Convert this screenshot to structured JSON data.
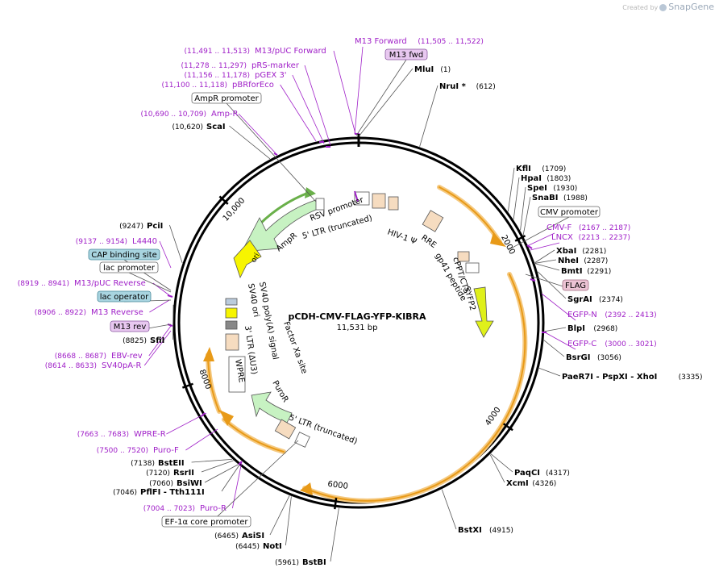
{
  "credit": {
    "text": "Created by",
    "brand": "SnapGene"
  },
  "plasmid": {
    "name": "pCDH-CMV-FLAG-YFP-KIBRA",
    "length": "11,531 bp",
    "total_bp": 11531
  },
  "scale_ticks": [
    {
      "bp": 2000,
      "label": "2000"
    },
    {
      "bp": 4000,
      "label": "4000"
    },
    {
      "bp": 6000,
      "label": "6000"
    },
    {
      "bp": 8000,
      "label": "8000"
    },
    {
      "bp": 10000,
      "label": "10,000"
    }
  ],
  "sites": [
    {
      "name": "MluI",
      "pos": "(1)",
      "bp": 1,
      "side": "R"
    },
    {
      "name": "NruI *",
      "pos": "(612)",
      "bp": 612,
      "side": "R"
    },
    {
      "name": "KflI",
      "pos": "(1709)",
      "bp": 1709,
      "side": "R"
    },
    {
      "name": "HpaI",
      "pos": "(1803)",
      "bp": 1803,
      "side": "R"
    },
    {
      "name": "SpeI",
      "pos": "(1930)",
      "bp": 1930,
      "side": "R"
    },
    {
      "name": "SnaBI",
      "pos": "(1988)",
      "bp": 1988,
      "side": "R"
    },
    {
      "name": "XbaI",
      "pos": "(2281)",
      "bp": 2281,
      "side": "R"
    },
    {
      "name": "NheI",
      "pos": "(2287)",
      "bp": 2287,
      "side": "R"
    },
    {
      "name": "BmtI",
      "pos": "(2291)",
      "bp": 2291,
      "side": "R"
    },
    {
      "name": "SgrAI",
      "pos": "(2374)",
      "bp": 2374,
      "side": "R"
    },
    {
      "name": "BlpI",
      "pos": "(2968)",
      "bp": 2968,
      "side": "R"
    },
    {
      "name": "BsrGI",
      "pos": "(3056)",
      "bp": 3056,
      "side": "R"
    },
    {
      "name": "PaeR7I - PspXI - XhoI",
      "pos": "(3335)",
      "bp": 3335,
      "side": "R"
    },
    {
      "name": "PaqCI",
      "pos": "(4317)",
      "bp": 4317,
      "side": "R"
    },
    {
      "name": "XcmI",
      "pos": "(4326)",
      "bp": 4326,
      "side": "R"
    },
    {
      "name": "BstXI",
      "pos": "(4915)",
      "bp": 4915,
      "side": "R"
    },
    {
      "name": "BstBI",
      "pos": "(5961)",
      "bp": 5961,
      "side": "L"
    },
    {
      "name": "NotI",
      "pos": "(6445)",
      "bp": 6445,
      "side": "L"
    },
    {
      "name": "AsiSI",
      "pos": "(6465)",
      "bp": 6465,
      "side": "L"
    },
    {
      "name": "PflFI - Tth111I",
      "pos": "(7046)",
      "bp": 7046,
      "side": "L"
    },
    {
      "name": "BsiWI",
      "pos": "(7060)",
      "bp": 7060,
      "side": "L"
    },
    {
      "name": "RsrII",
      "pos": "(7120)",
      "bp": 7120,
      "side": "L"
    },
    {
      "name": "BstEII",
      "pos": "(7138)",
      "bp": 7138,
      "side": "L"
    },
    {
      "name": "SfiI",
      "pos": "(8825)",
      "bp": 8825,
      "side": "L"
    },
    {
      "name": "PciI",
      "pos": "(9247)",
      "bp": 9247,
      "side": "L"
    },
    {
      "name": "ScaI",
      "pos": "(10,620)",
      "bp": 10620,
      "side": "L"
    }
  ],
  "primers": [
    {
      "name": "M13 Forward",
      "range": "(11,505 .. 11,522)"
    },
    {
      "name": "M13/pUC Forward",
      "range": "(11,491 .. 11,513)"
    },
    {
      "name": "pRS-marker",
      "range": "(11,278 .. 11,297)"
    },
    {
      "name": "pGEX 3'",
      "range": "(11,156 .. 11,178)"
    },
    {
      "name": "pBRforEco",
      "range": "(11,100 .. 11,118)"
    },
    {
      "name": "Amp-R",
      "range": "(10,690 .. 10,709)"
    },
    {
      "name": "CMV-F",
      "range": "(2167 .. 2187)"
    },
    {
      "name": "LNCX",
      "range": "(2213 .. 2237)"
    },
    {
      "name": "EGFP-N",
      "range": "(2392 .. 2413)"
    },
    {
      "name": "EGFP-C",
      "range": "(3000 .. 3021)"
    },
    {
      "name": "L4440",
      "range": "(9137 .. 9154)"
    },
    {
      "name": "M13/pUC Reverse",
      "range": "(8919 .. 8941)"
    },
    {
      "name": "M13 Reverse",
      "range": "(8906 .. 8922)"
    },
    {
      "name": "EBV-rev",
      "range": "(8668 .. 8687)"
    },
    {
      "name": "SV40pA-R",
      "range": "(8614 .. 8633)"
    },
    {
      "name": "WPRE-R",
      "range": "(7663 .. 7683)"
    },
    {
      "name": "Puro-F",
      "range": "(7500 .. 7520)"
    },
    {
      "name": "Puro-R",
      "range": "(7004 .. 7023)"
    }
  ],
  "boxed_features": [
    {
      "name": "M13 fwd",
      "style": "purple"
    },
    {
      "name": "AmpR promoter",
      "style": "white"
    },
    {
      "name": "CMV promoter",
      "style": "white"
    },
    {
      "name": "FLAG",
      "style": "pink"
    },
    {
      "name": "CAP binding site",
      "style": "blue"
    },
    {
      "name": "lac promoter",
      "style": "white"
    },
    {
      "name": "lac operator",
      "style": "blue"
    },
    {
      "name": "M13 rev",
      "style": "purple"
    },
    {
      "name": "EF-1α core promoter",
      "style": "white"
    }
  ],
  "inner_labels": [
    {
      "name": "RSV promoter"
    },
    {
      "name": "5' LTR (truncated)"
    },
    {
      "name": "HIV-1 Ψ"
    },
    {
      "name": "RRE"
    },
    {
      "name": "cPPT/CTS"
    },
    {
      "name": "gp41 peptide"
    },
    {
      "name": "SYFP2"
    },
    {
      "name": "AmpR"
    },
    {
      "name": "ori"
    },
    {
      "name": "SV40 ori"
    },
    {
      "name": "SV40 poly(A) signal"
    },
    {
      "name": "3' LTR (ΔU3)"
    },
    {
      "name": "Factor Xa site"
    },
    {
      "name": "WPRE"
    },
    {
      "name": "PuroR"
    },
    {
      "name": "5' LTR (truncated)"
    }
  ],
  "colors": {
    "backbone": "#000000",
    "enzyme_text": "#000000",
    "primer_text": "#a020c8",
    "ORF_arrow": "#e8a020",
    "AmpR": "#c7f2c2",
    "ori": "#f7f500",
    "SYFP2": "#dff01a",
    "LTR": "#f6dcc0",
    "FLAG_box": "#ecc4d4",
    "blue_box": "#a8d4e0",
    "purple_box": "#e8c8f0"
  }
}
